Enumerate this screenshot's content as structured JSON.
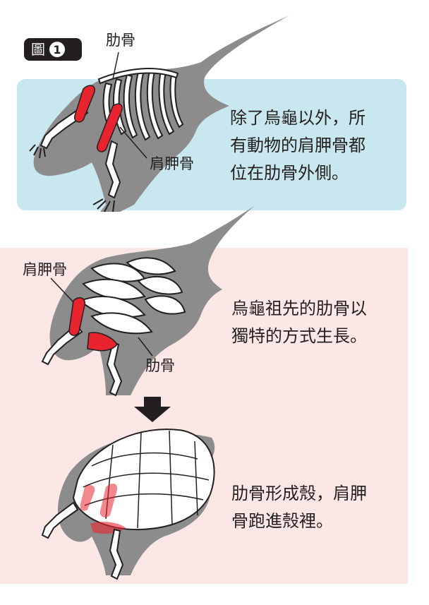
{
  "figure": {
    "badge_label": "圖",
    "badge_number": "1"
  },
  "section_1": {
    "label_rib": "肋骨",
    "label_scapula": "肩胛骨",
    "description_line_1": "除了烏龜以外，所",
    "description_line_2": "有動物的肩胛骨都",
    "description_line_3": "位在肋骨外側。"
  },
  "section_2": {
    "label_scapula": "肩胛骨",
    "label_rib": "肋骨",
    "description_line_1": "烏龜祖先的肋骨以",
    "description_line_2": "獨特的方式生長。"
  },
  "section_3": {
    "description_line_1": "肋骨形成殼，肩胛",
    "description_line_2": "骨跑進殼裡。"
  },
  "colors": {
    "panel_blue": "#c9e7ee",
    "panel_pink": "#fbe7e6",
    "silhouette": "#8c8c8c",
    "bone": "#ffffff",
    "scapula_highlight": "#e8242f",
    "text": "#231f20"
  }
}
